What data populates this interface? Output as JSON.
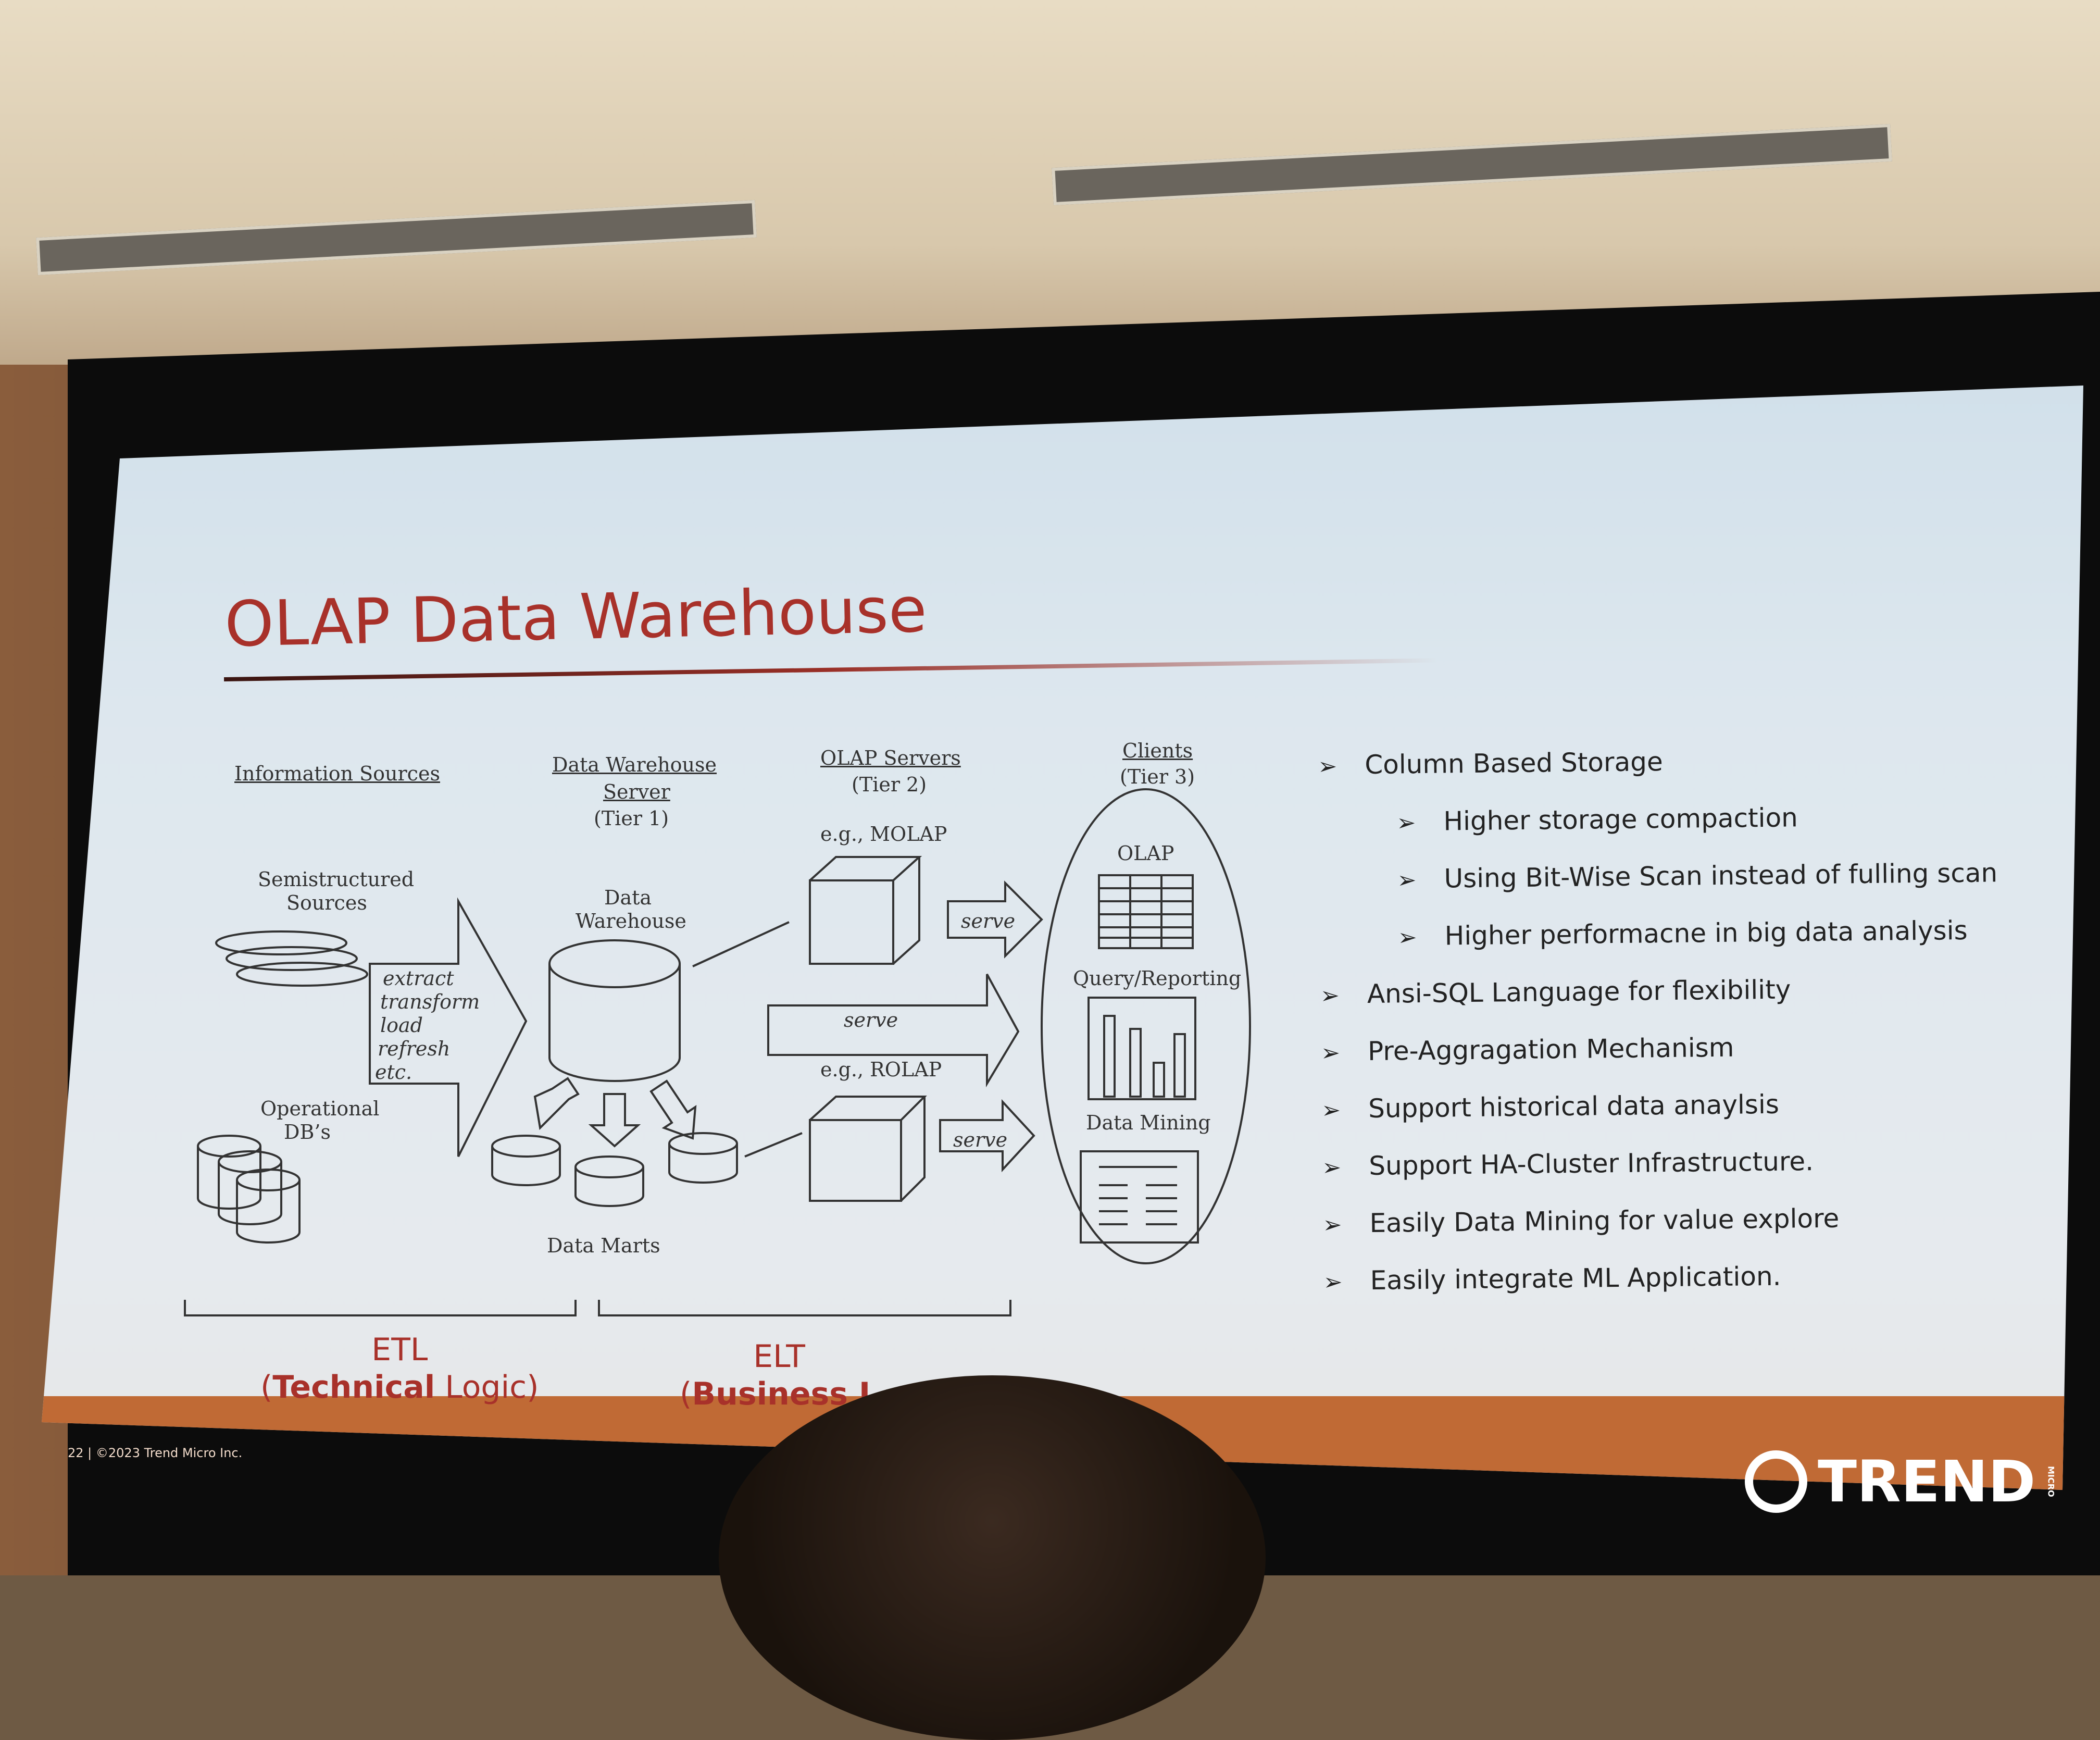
{
  "slide": {
    "title": "OLAP Data Warehouse",
    "page_footer": "22 | ©2023 Trend Micro Inc.",
    "logo_text": "TREND",
    "logo_subtext": "MICRO"
  },
  "diagram": {
    "information_sources": "Information Sources",
    "semistructured_sources_1": "Semistructured",
    "semistructured_sources_2": "Sources",
    "operational_dbs_1": "Operational",
    "operational_dbs_2": "DB’s",
    "etl_steps": [
      "extract",
      "transform",
      "load",
      "refresh",
      "etc."
    ],
    "dw_server_1": "Data Warehouse",
    "dw_server_2": "Server",
    "dw_server_tier": "(Tier 1)",
    "data_warehouse_1": "Data",
    "data_warehouse_2": "Warehouse",
    "data_marts": "Data Marts",
    "olap_servers": "OLAP Servers",
    "olap_servers_tier": "(Tier 2)",
    "molap": "e.g., MOLAP",
    "rolap": "e.g., ROLAP",
    "serve": "serve",
    "clients": "Clients",
    "clients_tier": "(Tier 3)",
    "client_olap": "OLAP",
    "client_query": "Query/Reporting",
    "client_mining": "Data Mining"
  },
  "bullets": [
    {
      "text": "Column Based Storage",
      "level": 0
    },
    {
      "text": "Higher storage compaction",
      "level": 1
    },
    {
      "text": "Using Bit-Wise Scan instead of fulling scan",
      "level": 1
    },
    {
      "text": "Higher performacne in big data analysis",
      "level": 1
    },
    {
      "text": "Ansi-SQL Language for flexibility",
      "level": 0
    },
    {
      "text": "Pre-Aggragation Mechanism",
      "level": 0
    },
    {
      "text": "Support historical data anaylsis",
      "level": 0
    },
    {
      "text": "Support HA-Cluster Infrastructure.",
      "level": 0
    },
    {
      "text": "Easily Data Mining for value explore",
      "level": 0
    },
    {
      "text": "Easily integrate ML Application.",
      "level": 0
    }
  ],
  "bottom": {
    "etl": "ETL",
    "etl_bold": "Technical",
    "etl_rest": " Logic)",
    "elt": "ELT",
    "elt_bold": "Business L"
  }
}
